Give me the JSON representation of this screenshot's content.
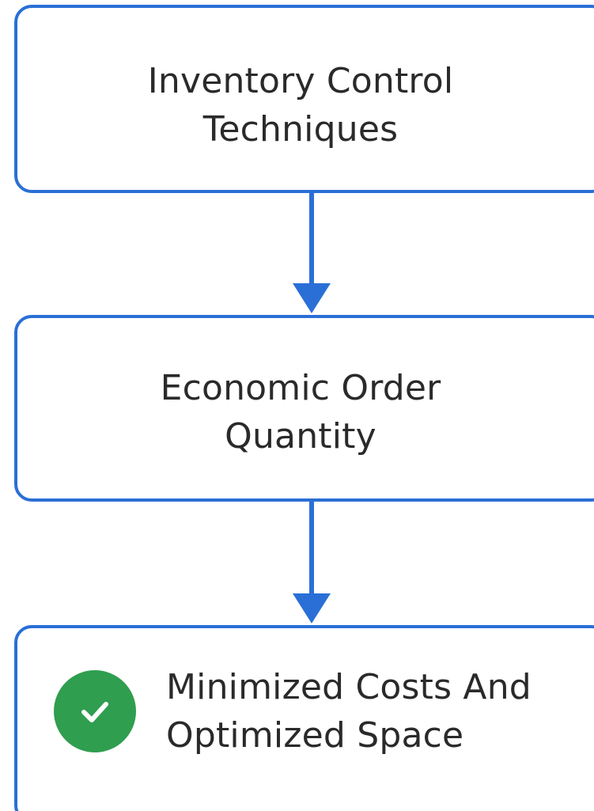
{
  "nodes": [
    {
      "id": "inventory-control",
      "line1": "Inventory Control",
      "line2": "Techniques"
    },
    {
      "id": "eoq",
      "line1": "Economic Order",
      "line2": "Quantity"
    },
    {
      "id": "outcome",
      "line1": "Minimized Costs And",
      "line2": "Optimized Space",
      "icon": "check-circle-icon"
    }
  ],
  "edges": [
    {
      "from": "inventory-control",
      "to": "eoq"
    },
    {
      "from": "eoq",
      "to": "outcome"
    }
  ],
  "colors": {
    "border": "#2a6fd6",
    "arrow": "#2a6fd6",
    "check": "#2f9e4f",
    "text": "#2a2a2a"
  }
}
